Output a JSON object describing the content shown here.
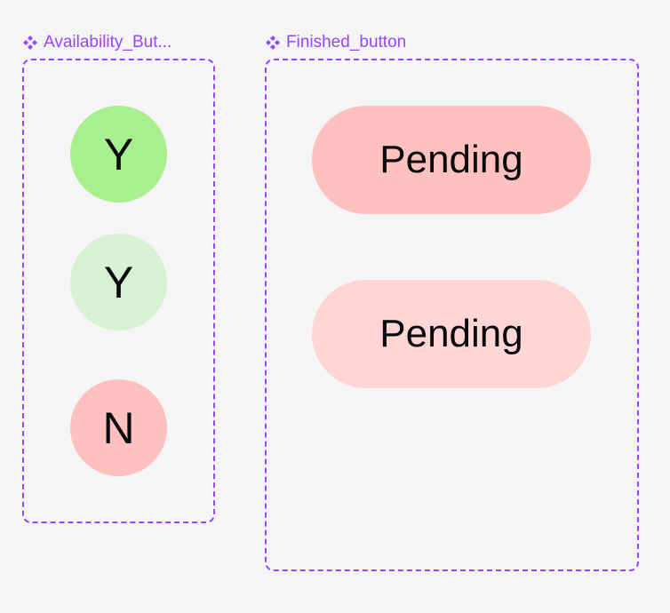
{
  "colors": {
    "accent_purple": "#9747ff",
    "canvas_bg": "#f5f5f5",
    "green_strong": "#a8ef8e",
    "green_light": "#d8f1d3",
    "red_strong": "#ffc0c0",
    "red_light": "#ffd6d6",
    "text": "#0a0a0a"
  },
  "availability_set": {
    "label": "Availability_But...",
    "icon": "component-set-icon",
    "buttons": [
      {
        "label": "Y",
        "state": "yes-default"
      },
      {
        "label": "Y",
        "state": "yes-light"
      },
      {
        "label": "N",
        "state": "no"
      }
    ]
  },
  "finished_set": {
    "label": "Finished_button",
    "icon": "component-set-icon",
    "buttons": [
      {
        "label": "Pending",
        "state": "pending-default"
      },
      {
        "label": "Pending",
        "state": "pending-light"
      }
    ]
  }
}
